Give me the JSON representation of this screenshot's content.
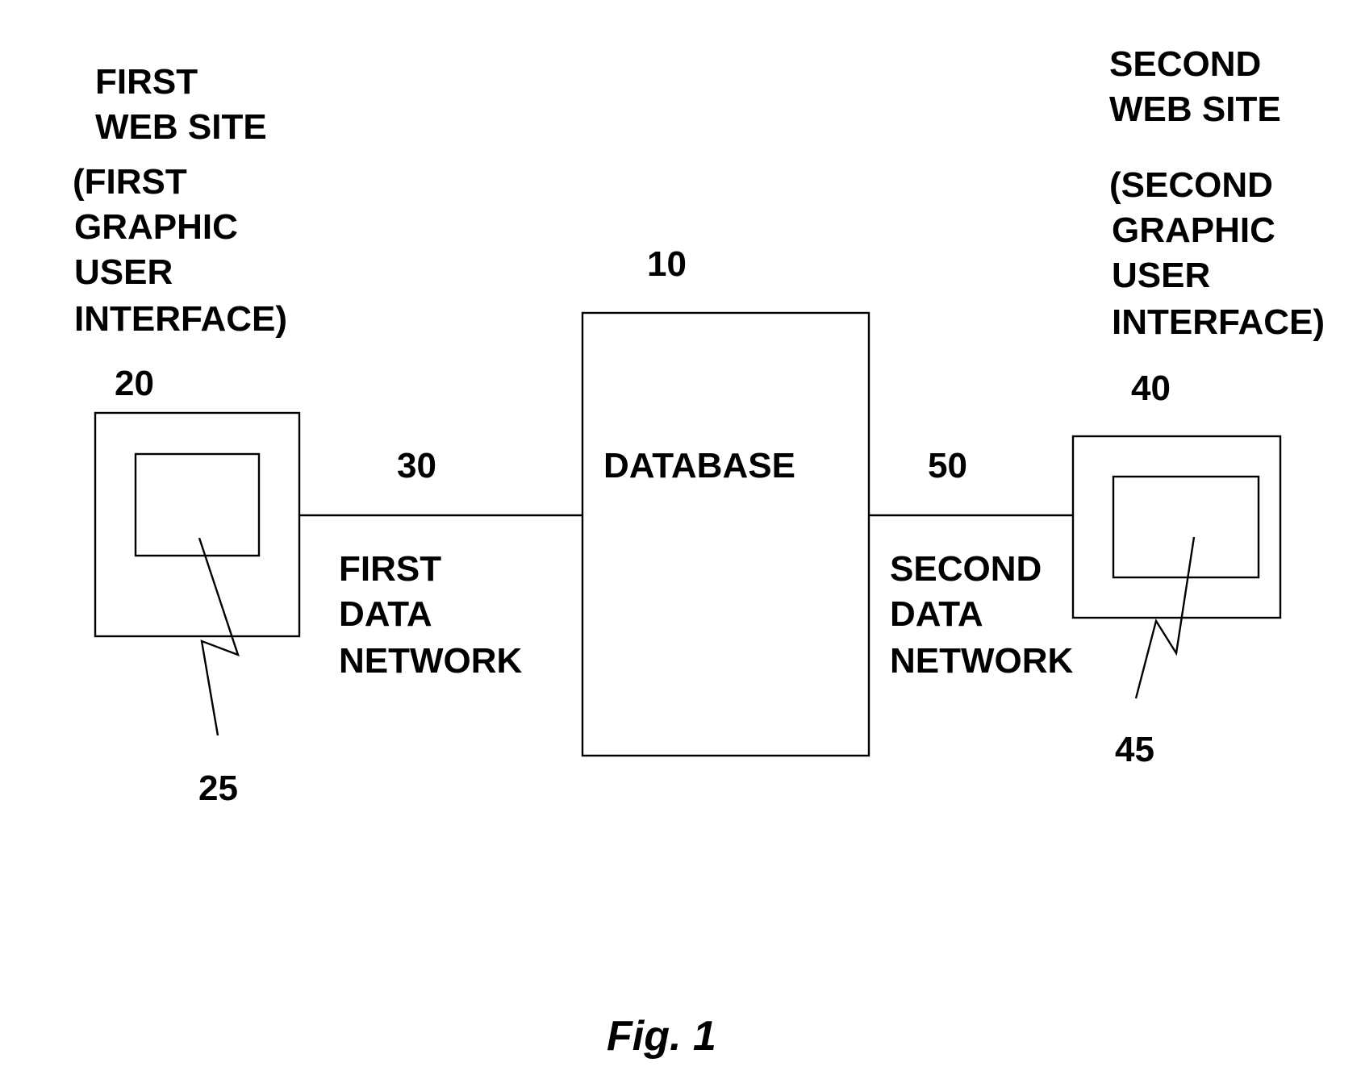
{
  "first_site": {
    "title": [
      "FIRST",
      "WEB SITE"
    ],
    "subtitle": [
      "(FIRST",
      "GRAPHIC",
      "USER",
      "INTERFACE)"
    ],
    "ref": "20",
    "screen_ref": "25"
  },
  "first_network": {
    "ref": "30",
    "label": [
      "FIRST",
      "DATA",
      "NETWORK"
    ]
  },
  "database": {
    "ref": "10",
    "label": "DATABASE"
  },
  "second_network": {
    "ref": "50",
    "label": [
      "SECOND",
      "DATA",
      "NETWORK"
    ]
  },
  "second_site": {
    "title": [
      "SECOND",
      "WEB SITE"
    ],
    "subtitle": [
      "(SECOND",
      "GRAPHIC",
      "USER",
      "INTERFACE)"
    ],
    "ref": "40",
    "screen_ref": "45"
  },
  "caption": "Fig. 1"
}
